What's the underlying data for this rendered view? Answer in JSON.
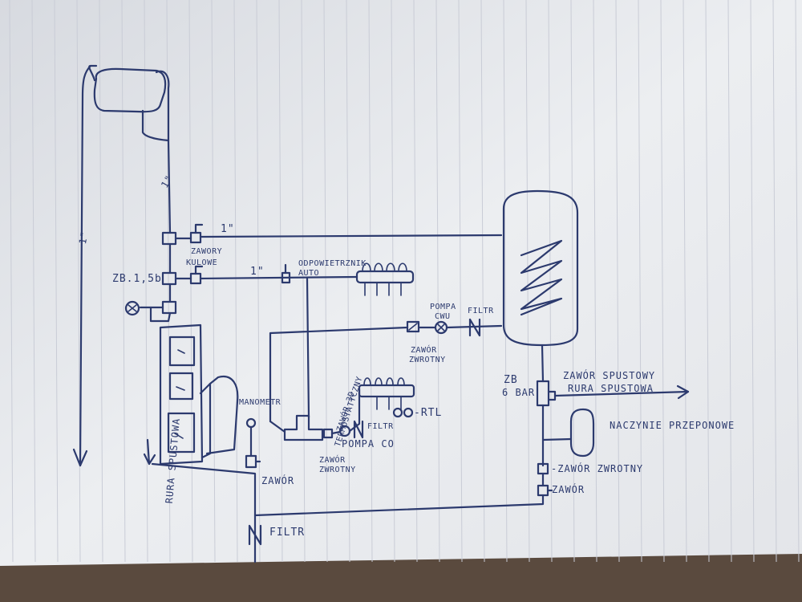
{
  "colors": {
    "ink": "#2c3a6e",
    "paper": "#e9ebee",
    "grid": "#c9ccd6",
    "table": "#5a4a3e"
  },
  "labels": {
    "pipe_1in_top": "1\"",
    "pipe_1in_left": "1\"",
    "pipe_1in_vert": "1\"",
    "pipe_1in_mid": "1\"",
    "zawory": "ZAWORY",
    "kulowe": "KULOWE",
    "zb_15": "ZB.1,5b",
    "odpowietrznik": "ODPOWIETRZNIK",
    "auto": "AUTO",
    "pompa_cwu_1": "POMPA",
    "pompa_cwu_2": "CWU",
    "filtr_top": "FILTR",
    "zawor_zwrotny_1a": "ZAWÓR",
    "zawor_zwrotny_1b": "ZWROTNY",
    "rura_spustowa_left": "RURA SPUSTOWA",
    "termostatyczny_1": "TERMOSTATYCZNY",
    "termostatyczny_2": "ZAWÓR 3D",
    "rtl": "-RTL",
    "filtr_mid": "FILTR",
    "pompa_co": "POMPA CO",
    "zawor_zwrotny_2a": "ZAWÓR",
    "zawor_zwrotny_2b": "ZWROTNY",
    "manometr": "MANOMETR",
    "zawor_left": "ZAWÓR",
    "filtr_bottom": "FILTR",
    "zb_6bar_1": "ZB",
    "zb_6bar_2": "6 BAR",
    "zawor_spustowy": "ZAWÓR SPUSTOWY",
    "rura_spustowa_right": "RURA SPUSTOWA",
    "naczynie": "NACZYNIE PRZEPONOWE",
    "zawor_zwrotny_right": "-ZAWÓR ZWROTNY",
    "zawor_right": "ZAWÓR"
  }
}
